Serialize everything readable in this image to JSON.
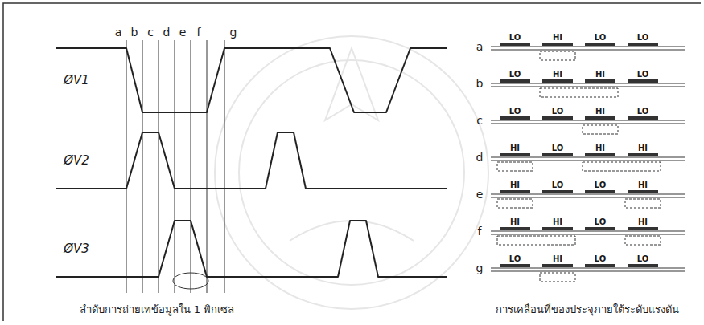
{
  "diagram": {
    "labels": [
      "a",
      "b",
      "c",
      "d",
      "e",
      "f",
      "g",
      "ØV1",
      "ØV2",
      "ØV3",
      "ลำดับการถ่ายเทข้อมูลใน 1 พิกเซล",
      "a",
      "b",
      "c",
      "d",
      "e",
      "f",
      "g",
      "LO",
      "HI",
      "LO",
      "LO",
      "LO",
      "HI",
      "HI",
      "LO",
      "LO",
      "LO",
      "HI",
      "LO",
      "HI",
      "LO",
      "HI",
      "HI",
      "HI",
      "LO",
      "LO",
      "HI",
      "HI",
      "HI",
      "LO",
      "HI",
      "LO",
      "HI",
      "LO",
      "LO",
      "การเคลื่อนที่ของประจุภายใต้ระดับแรงดัน"
    ]
  }
}
